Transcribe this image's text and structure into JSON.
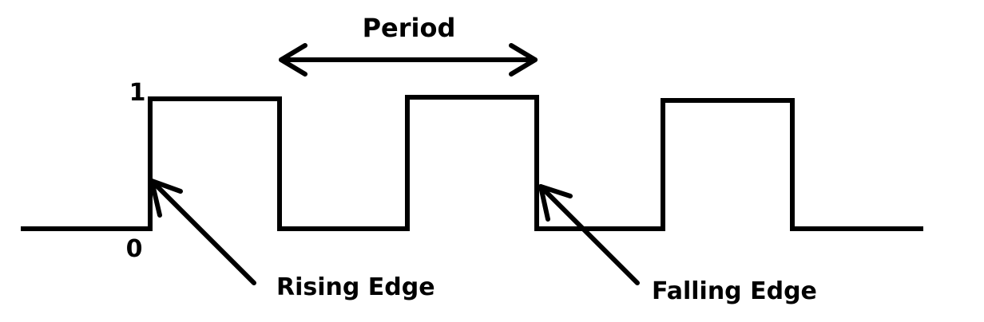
{
  "diagram": {
    "labels": {
      "period": "Period",
      "high": "1",
      "low": "0",
      "rising": "Rising Edge",
      "falling": "Falling Edge"
    },
    "colors": {
      "stroke": "#000000",
      "background": "#ffffff"
    }
  }
}
